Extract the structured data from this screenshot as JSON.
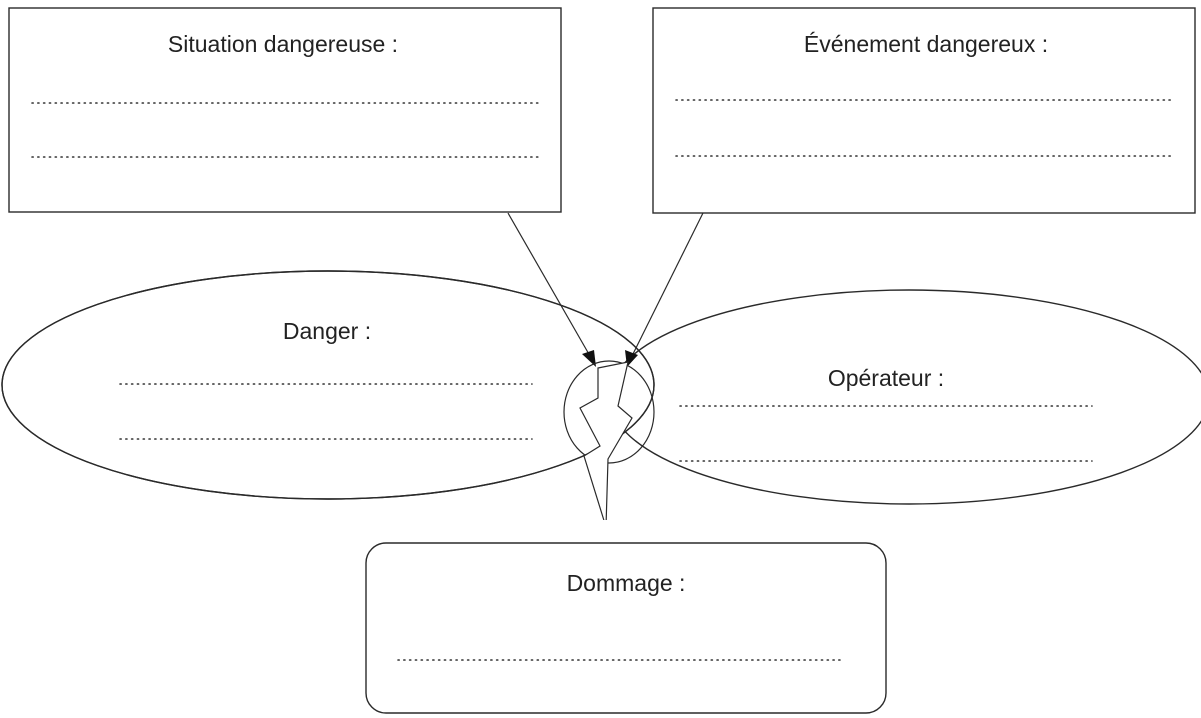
{
  "situation_dangereuse": {
    "label": "Situation dangereuse :",
    "lines": 2
  },
  "evenement_dangereux": {
    "label": "Événement dangereux :",
    "lines": 2
  },
  "danger": {
    "label": "Danger :",
    "lines": 2
  },
  "operateur": {
    "label": "Opérateur :",
    "lines": 2
  },
  "dommage": {
    "label": "Dommage :",
    "lines": 1
  }
}
